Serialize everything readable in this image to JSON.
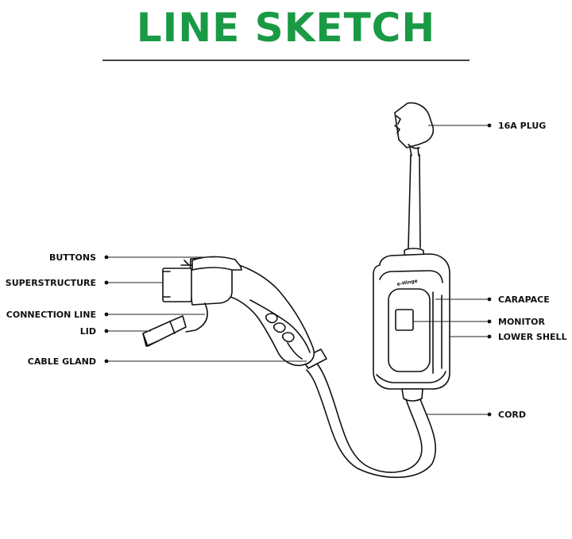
{
  "title": "LINE SKETCH",
  "colors": {
    "title": "#1a9a45",
    "line": "#111111"
  },
  "device_logo": "e-Hinge",
  "labels": {
    "plug": "16A PLUG",
    "buttons": "BUTTONS",
    "superstructure": "SUPERSTRUCTURE",
    "connection_line": "CONNECTION LINE",
    "lid": "LID",
    "cable_gland": "CABLE GLAND",
    "carapace": "CARAPACE",
    "monitor": "MONITOR",
    "lower_shell": "LOWER SHELL",
    "cord": "CORD"
  }
}
